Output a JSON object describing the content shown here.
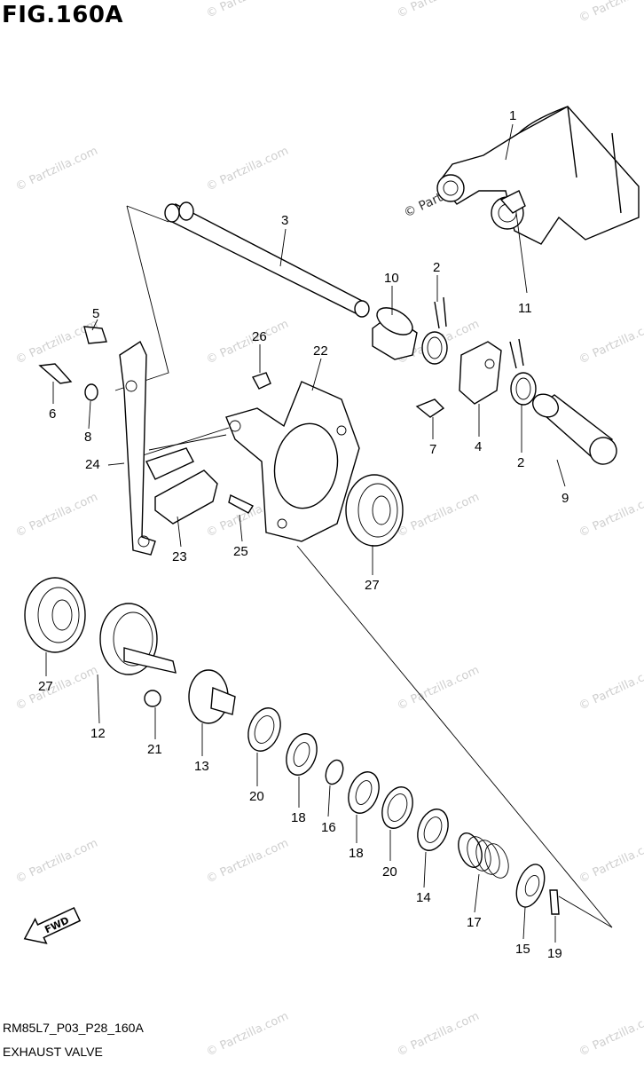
{
  "figure": {
    "title": "FIG.160A",
    "code": "RM85L7_P03_P28_160A",
    "name": "EXHAUST VALVE"
  },
  "watermark": {
    "text": "© Partzilla.com"
  },
  "fwd_label": "FWD",
  "callouts": [
    "1",
    "3",
    "10",
    "2",
    "5",
    "6",
    "8",
    "26",
    "22",
    "7",
    "4",
    "11",
    "2",
    "9",
    "24",
    "23",
    "25",
    "27",
    "27",
    "12",
    "21",
    "13",
    "20",
    "18",
    "16",
    "18",
    "20",
    "14",
    "17",
    "15",
    "19"
  ]
}
